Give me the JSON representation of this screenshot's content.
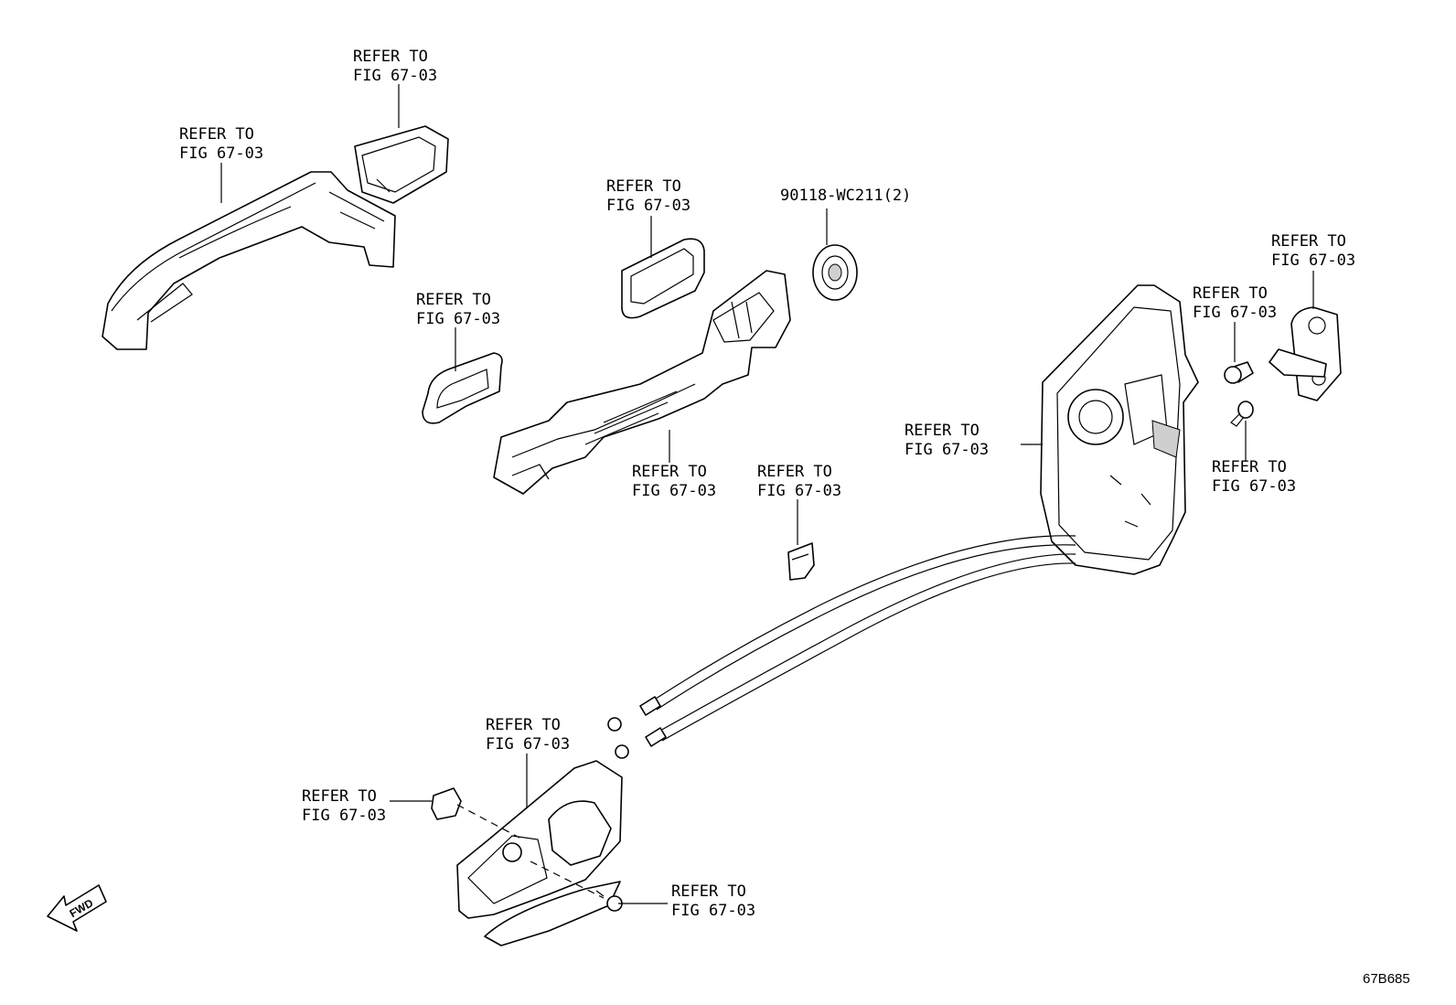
{
  "callouts": [
    {
      "id": "c1",
      "line1": "REFER TO",
      "line2": "FIG 67-03"
    },
    {
      "id": "c2",
      "line1": "REFER TO",
      "line2": "FIG 67-03"
    },
    {
      "id": "c3",
      "line1": "REFER TO",
      "line2": "FIG 67-03"
    },
    {
      "id": "c4",
      "line1": "REFER TO",
      "line2": "FIG 67-03"
    },
    {
      "id": "c5",
      "line1": "REFER TO",
      "line2": "FIG 67-03"
    },
    {
      "id": "c6",
      "line1": "REFER TO",
      "line2": "FIG 67-03"
    },
    {
      "id": "c7",
      "line1": "REFER TO",
      "line2": "FIG 67-03"
    },
    {
      "id": "c8",
      "line1": "REFER TO",
      "line2": "FIG 67-03"
    },
    {
      "id": "c9",
      "line1": "REFER TO",
      "line2": "FIG 67-03"
    },
    {
      "id": "c10",
      "line1": "REFER TO",
      "line2": "FIG 67-03"
    },
    {
      "id": "c11",
      "line1": "REFER TO",
      "line2": "FIG 67-03"
    },
    {
      "id": "c12",
      "line1": "REFER TO",
      "line2": "FIG 67-03"
    },
    {
      "id": "c13",
      "line1": "REFER TO",
      "line2": "FIG 67-03"
    }
  ],
  "part_number": "90118-WC211(2)",
  "direction_label": "FWD",
  "diagram_code": "67B685"
}
